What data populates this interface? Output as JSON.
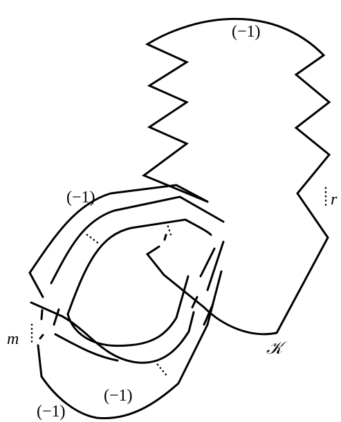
{
  "diagram": {
    "framing_labels": [
      {
        "id": "top",
        "text": "(−1)"
      },
      {
        "id": "left-upper",
        "text": "(−1)"
      },
      {
        "id": "bottom-inner",
        "text": "(−1)"
      },
      {
        "id": "bottom-outer",
        "text": "(−1)"
      }
    ],
    "twist_count_labels": {
      "right": "r",
      "left": "m"
    },
    "knot_label": "𝒦"
  }
}
